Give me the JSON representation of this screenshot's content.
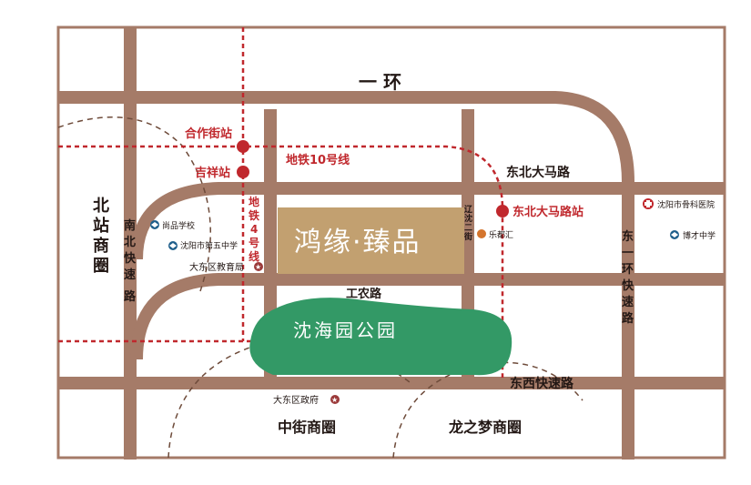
{
  "colors": {
    "road": "#a57b68",
    "metro": "#c0282d",
    "project": "#c2a070",
    "park": "#339966",
    "circle": "#6e4b3a",
    "school_icon": "#1f5f8b",
    "hospital_icon": "#c0282d",
    "star_icon": "#9b3a3a"
  },
  "roads": {
    "ring1": "一  环",
    "dongbei_dama": "东北大马路",
    "gongnong": "工农路",
    "dongxi": "东西快速路",
    "nanbei": "南北快速路",
    "dongyi": "东一环快速路",
    "liaoshen": "辽沈二街"
  },
  "metro": {
    "line10": "地铁10号线",
    "line4": "地铁4号线",
    "stations": {
      "hezuo": "合作街站",
      "jixiang": "吉祥站",
      "dongbei": "东北大马路站"
    }
  },
  "project": {
    "name": "鸿缘·臻品"
  },
  "park": {
    "name": "沈海园公园"
  },
  "districts": {
    "beizhan": "北站商圈",
    "zhongjie": "中街商圈",
    "longzhimeng": "龙之梦商圈"
  },
  "pois": {
    "shangpin": "尚品学校",
    "wuzhong": "沈阳市第五中学",
    "jiaoyuju": "大东区教育局",
    "leduhui": "乐都汇",
    "gukeyiyuan": "沈阳市骨科医院",
    "bocai": "博才中学",
    "zhengfu": "大东区政府"
  }
}
